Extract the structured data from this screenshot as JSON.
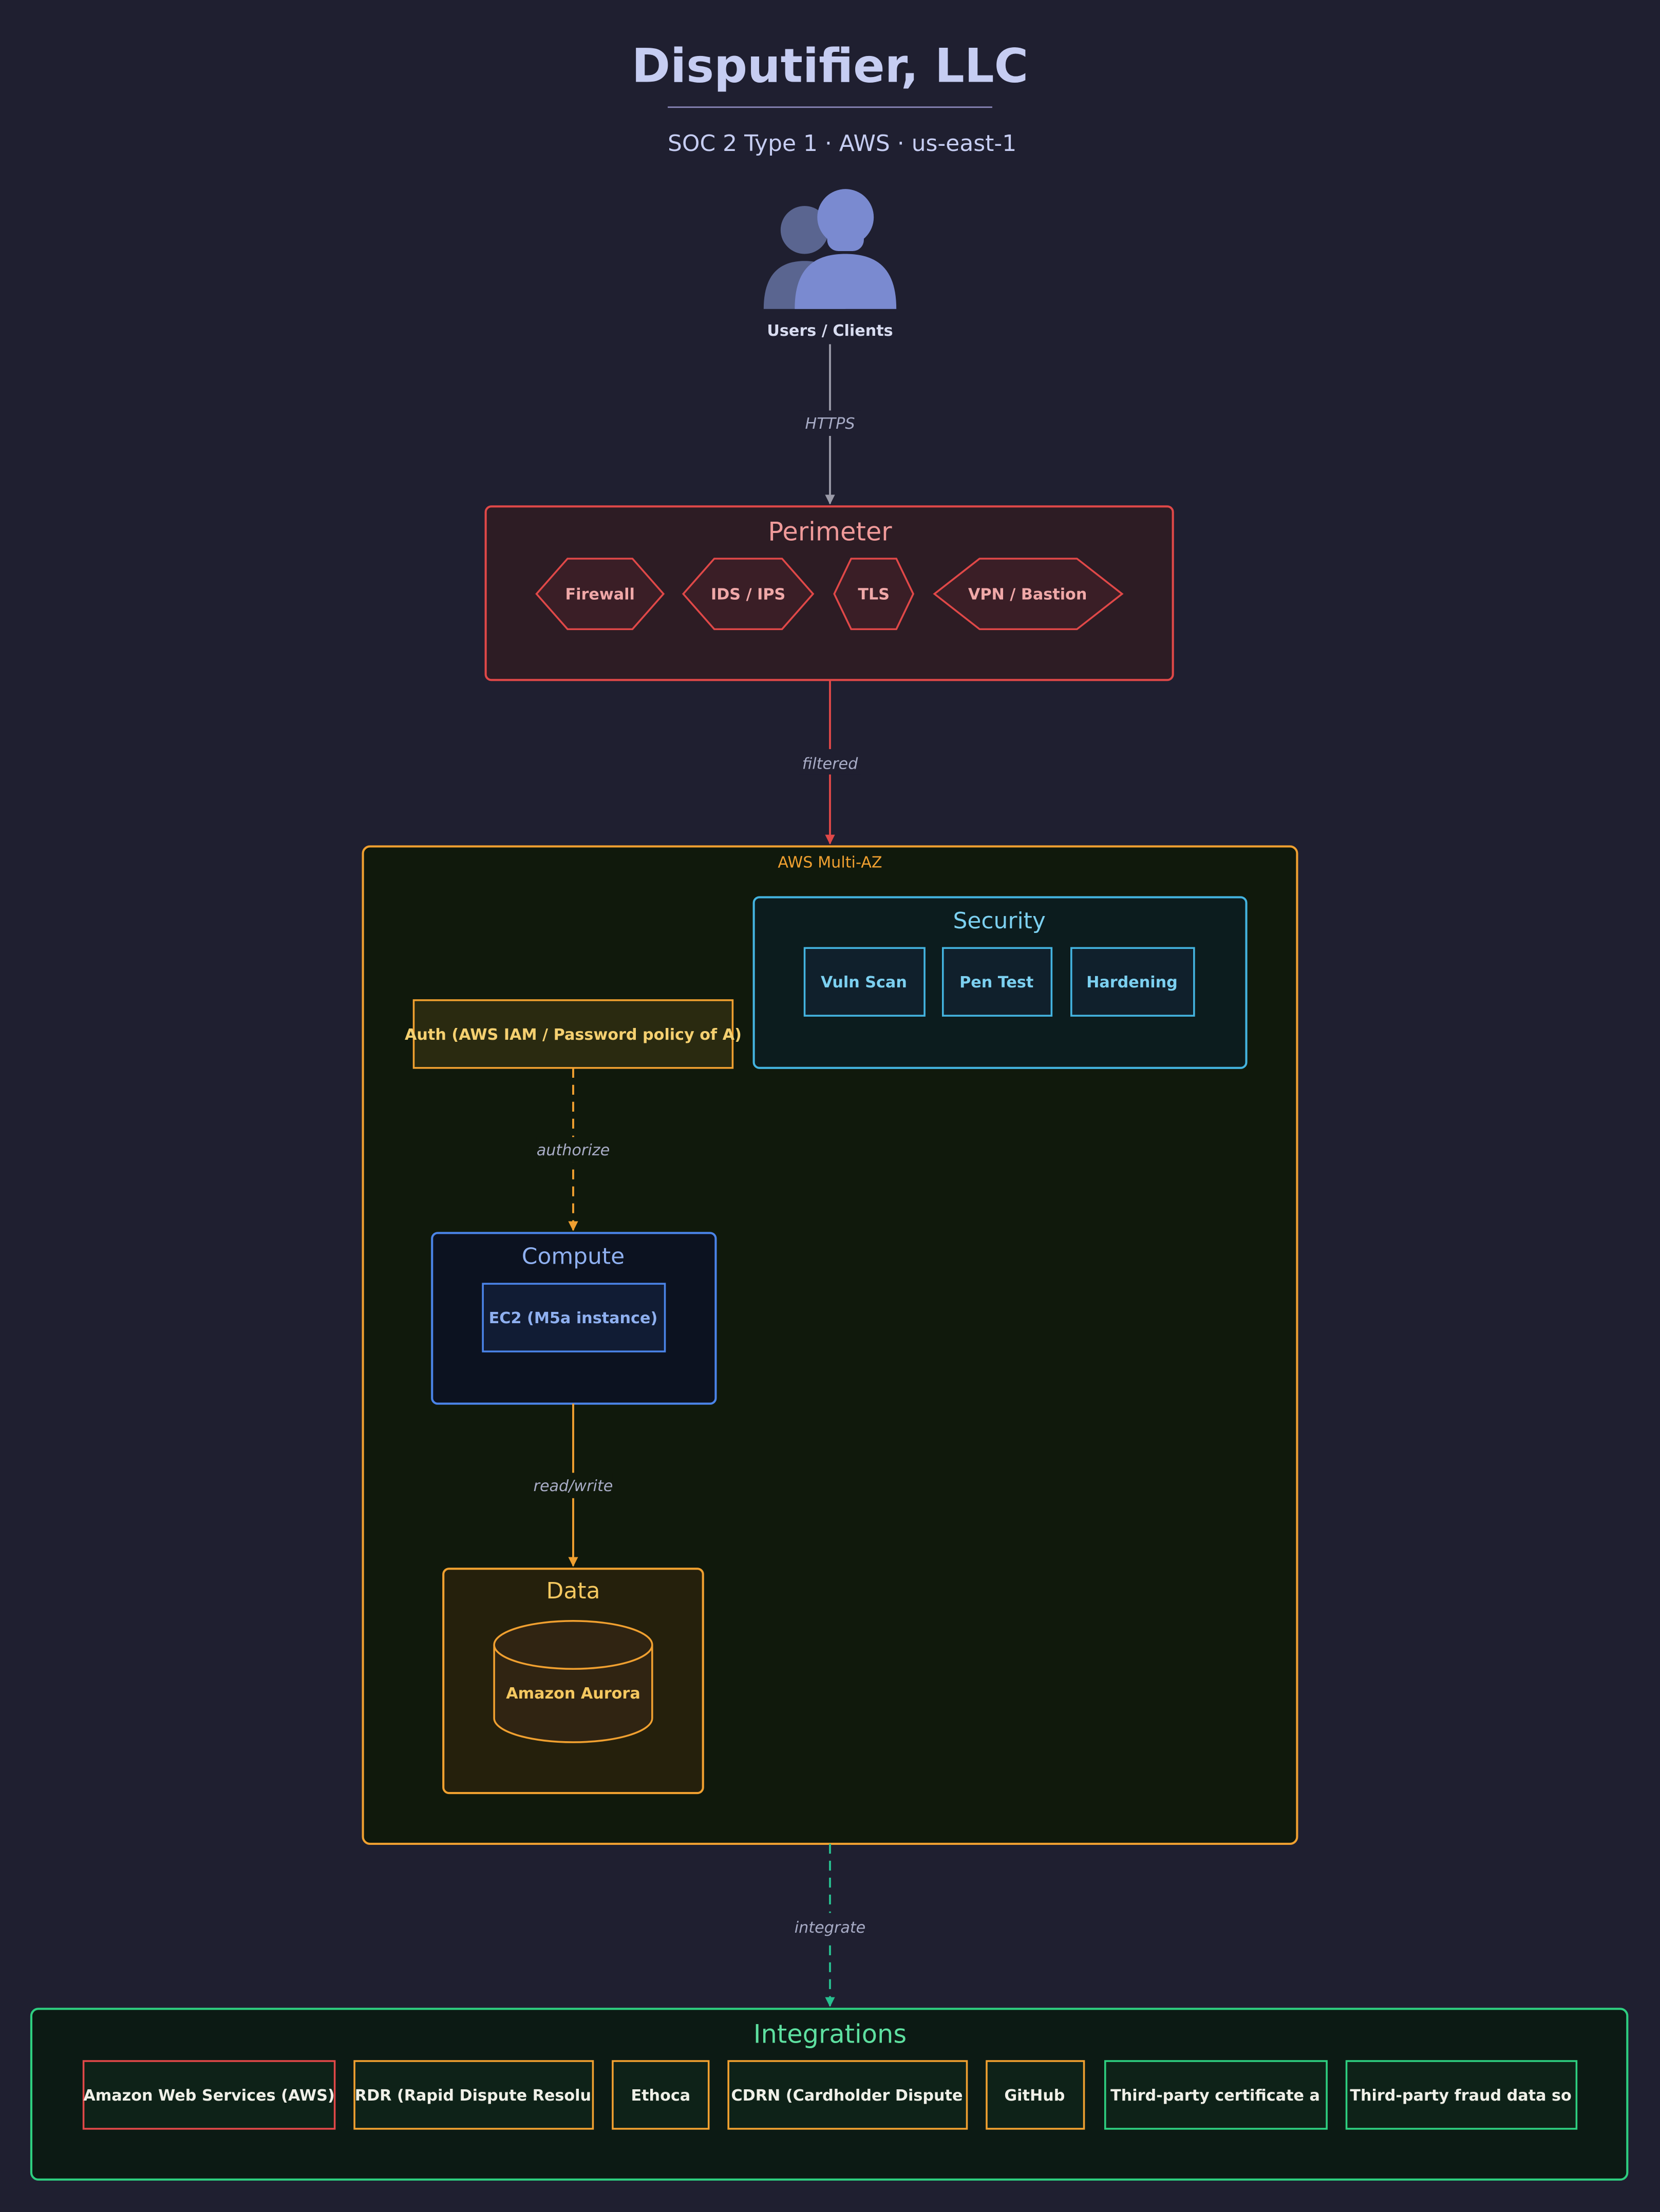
{
  "header": {
    "title": "Disputifier, LLC",
    "subtitle": "SOC 2 Type 1 · AWS · us-east-1"
  },
  "users": {
    "label": "Users / Clients",
    "icon": "users-icon"
  },
  "edges": {
    "https": "HTTPS",
    "filtered": "filtered",
    "authorize": "authorize",
    "read_write": "read/write",
    "integrate": "integrate"
  },
  "perimeter": {
    "title": "Perimeter",
    "items": [
      "Firewall",
      "IDS / IPS",
      "TLS",
      "VPN / Bastion"
    ]
  },
  "aws": {
    "label": "AWS Multi-AZ"
  },
  "security": {
    "title": "Security",
    "items": [
      "Vuln Scan",
      "Pen Test",
      "Hardening"
    ]
  },
  "auth": {
    "label": "Auth (AWS IAM / Password policy of A)"
  },
  "compute": {
    "title": "Compute",
    "item": "EC2 (M5a instance)"
  },
  "data_tier": {
    "title": "Data",
    "item": "Amazon Aurora",
    "icon": "database-icon"
  },
  "integrations": {
    "title": "Integrations",
    "items": [
      "Amazon Web Services (AWS)",
      "RDR (Rapid Dispute Resolu",
      "Ethoca",
      "CDRN (Cardholder Dispute",
      "GitHub",
      "Third-party certificate a",
      "Third-party fraud data so"
    ]
  },
  "colors": {
    "background": "#1f1f30",
    "perimeter": "#e04848",
    "aws": "#f0a030",
    "security": "#44b4e0",
    "compute": "#4b84e8",
    "integrations": "#2ecf80",
    "title": "#c6cdf2"
  }
}
